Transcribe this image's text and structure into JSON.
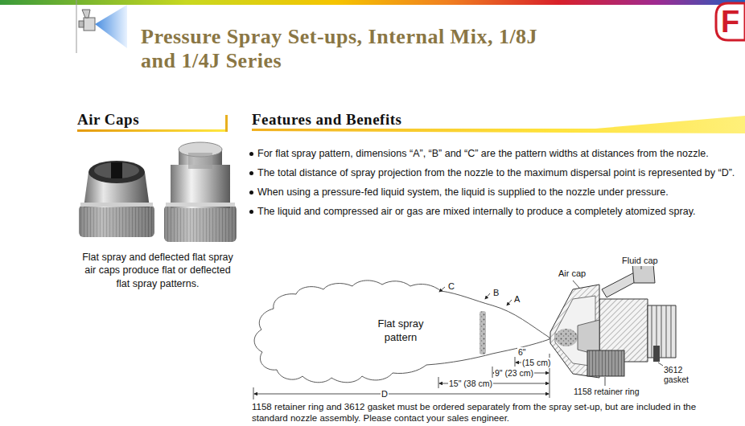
{
  "diagram": {
    "title": "Pressure Spray Set-ups, Internal Mix, 1/8J and 1/4J Series",
    "caption": "Flat spray and deflected flat spray air caps produce flat or deflected flat spray patterns.",
    "labels": [
      "Air Caps",
      "Features and Benefits",
      "For flat spray pattern, dimensions “A”, “B” and “C” are the pattern widths at distances from the nozzle.",
      "The total distance of spray projection from the nozzle to the maximum dispersal point is represented by “D”.",
      "When using a pressure-fed liquid system, the liquid is supplied to the nozzle under pressure.",
      "The liquid and compressed air or gas are mixed internally to produce a completely atomized spray.",
      "Fluid cap",
      "Air cap",
      "C",
      "B",
      "A",
      "Flat spray pattern",
      "6\"",
      "(15 cm)",
      "9\" (23 cm)",
      "15\" (38 cm)",
      "D",
      "1158 retainer ring",
      "3612 gasket",
      "1158 retainer ring and 3612 gasket must be ordered separately from the spray set-up, but are included in the standard nozzle assembly. Please contact your sales engineer.",
      "F"
    ]
  }
}
